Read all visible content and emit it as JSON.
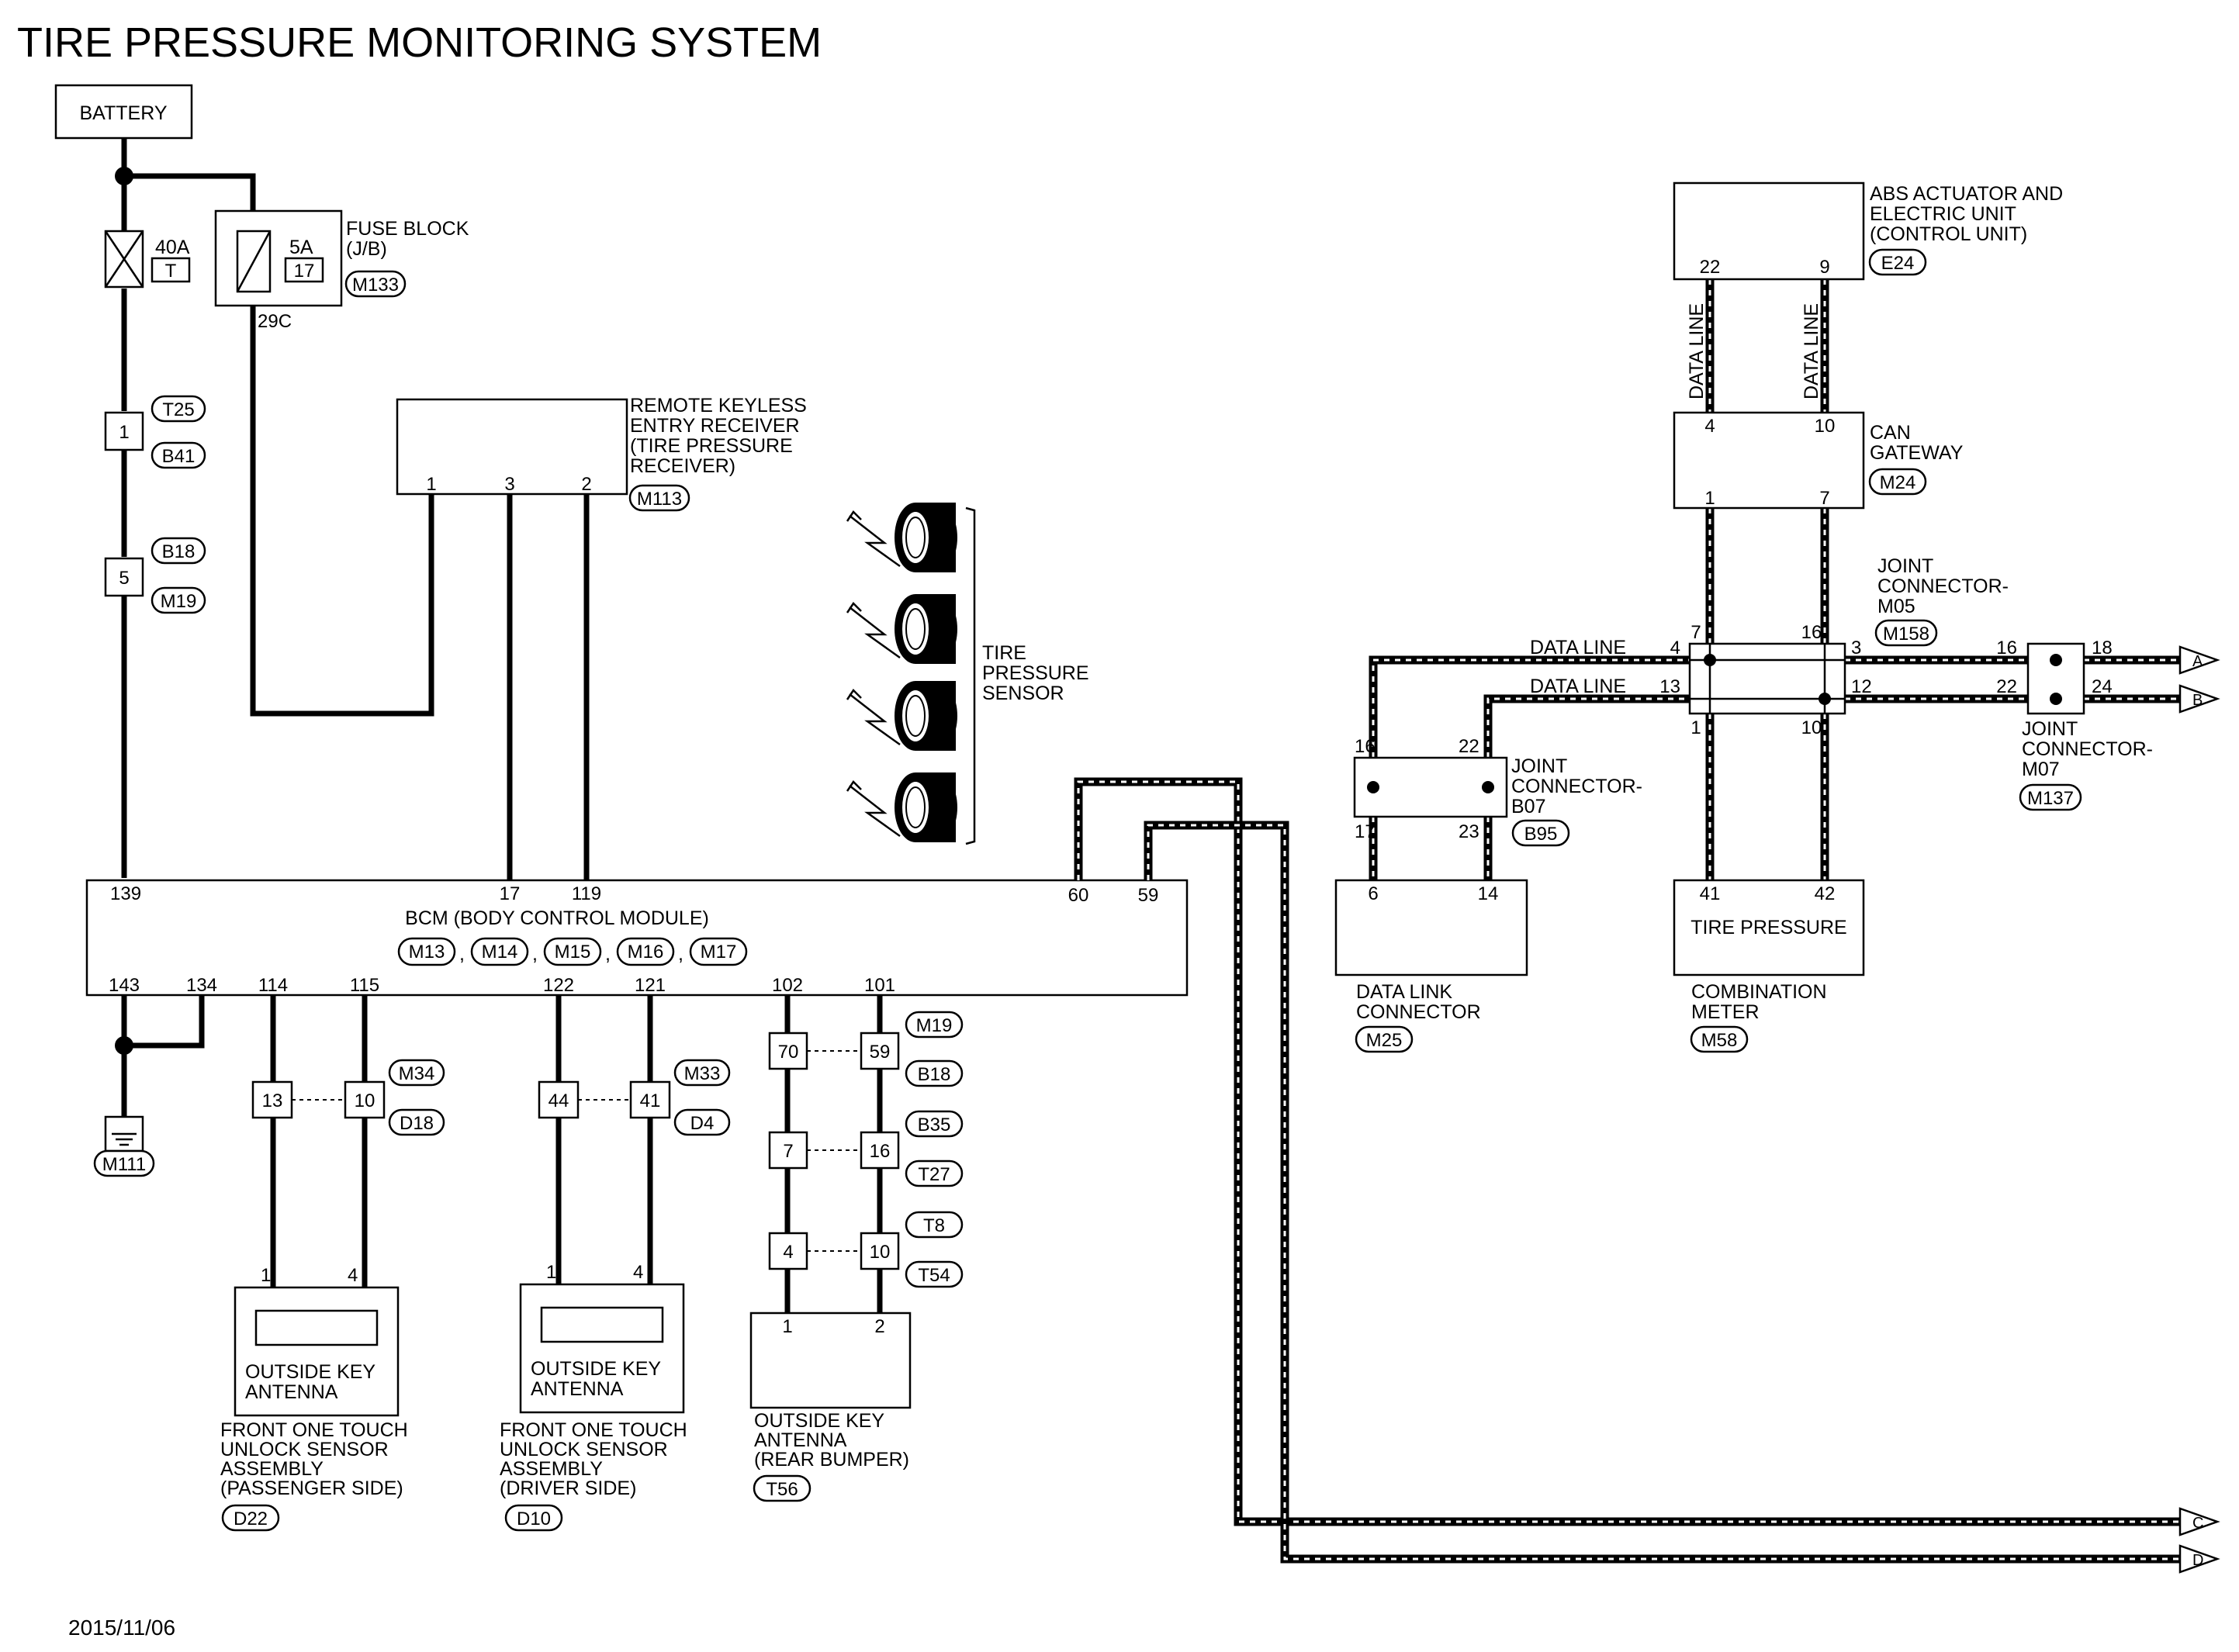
{
  "title": "TIRE PRESSURE MONITORING SYSTEM",
  "date": "2015/11/06",
  "components": {
    "battery": "BATTERY",
    "fuse_40a": {
      "rating": "40A",
      "id": "T"
    },
    "fuse_5a": {
      "rating": "5A",
      "id": "17"
    },
    "fuse_block": {
      "name_lines": [
        "FUSE BLOCK",
        "(J/B)"
      ],
      "connector": "M133",
      "terminal": "29C"
    },
    "remote_keyless": {
      "name_lines": [
        "REMOTE KEYLESS",
        "ENTRY RECEIVER",
        "(TIRE PRESSURE",
        "RECEIVER)"
      ],
      "connector": "M113",
      "pins": [
        "1",
        "3",
        "2"
      ]
    },
    "tire_pressure_sensor": {
      "name_lines": [
        "TIRE",
        "PRESSURE",
        "SENSOR"
      ]
    },
    "bcm": {
      "name": "BCM (BODY CONTROL MODULE)",
      "connectors": [
        "M13",
        "M14",
        "M15",
        "M16",
        "M17"
      ],
      "top_pins": [
        "139",
        "17",
        "119",
        "60",
        "59"
      ],
      "bottom_pins": [
        "143",
        "134",
        "114",
        "115",
        "122",
        "121",
        "102",
        "101"
      ]
    },
    "ground": {
      "connector": "M111"
    },
    "abs": {
      "name_lines": [
        "ABS ACTUATOR AND",
        "ELECTRIC UNIT",
        "(CONTROL UNIT)"
      ],
      "connector": "E24",
      "pins": [
        "22",
        "9"
      ]
    },
    "can_gateway": {
      "name_lines": [
        "CAN",
        "GATEWAY"
      ],
      "connector": "M24",
      "pins_top": [
        "4",
        "10"
      ],
      "pins_bottom": [
        "1",
        "7"
      ]
    },
    "joint_m05": {
      "name_lines": [
        "JOINT",
        "CONNECTOR-",
        "M05"
      ],
      "connector": "M158",
      "pins": [
        "7",
        "16",
        "4",
        "3",
        "13",
        "12",
        "1",
        "10"
      ]
    },
    "joint_m07": {
      "name_lines": [
        "JOINT",
        "CONNECTOR-",
        "M07"
      ],
      "connector": "M137",
      "pins": [
        "16",
        "18",
        "22",
        "24"
      ]
    },
    "joint_b07": {
      "name_lines": [
        "JOINT",
        "CONNECTOR-",
        "B07"
      ],
      "connector": "B95",
      "pins": [
        "16",
        "22",
        "17",
        "23"
      ]
    },
    "data_link": {
      "name_lines": [
        "DATA LINK",
        "CONNECTOR"
      ],
      "connector": "M25",
      "pins": [
        "6",
        "14"
      ]
    },
    "combination_meter": {
      "inner": "TIRE PRESSURE",
      "name_lines": [
        "COMBINATION",
        "METER"
      ],
      "connector": "M58",
      "pins": [
        "41",
        "42"
      ]
    },
    "antenna_passenger": {
      "inner_lines": [
        "OUTSIDE KEY",
        "ANTENNA"
      ],
      "name_lines": [
        "FRONT ONE TOUCH",
        "UNLOCK SENSOR",
        "ASSEMBLY",
        "(PASSENGER SIDE)"
      ],
      "connector": "D22",
      "pins": [
        "1",
        "4"
      ]
    },
    "antenna_driver": {
      "inner_lines": [
        "OUTSIDE KEY",
        "ANTENNA"
      ],
      "name_lines": [
        "FRONT ONE TOUCH",
        "UNLOCK SENSOR",
        "ASSEMBLY",
        "(DRIVER SIDE)"
      ],
      "connector": "D10",
      "pins": [
        "1",
        "4"
      ]
    },
    "antenna_rear": {
      "name_lines": [
        "OUTSIDE KEY",
        "ANTENNA",
        "(REAR BUMPER)"
      ],
      "connector": "T56",
      "pins": [
        "1",
        "2"
      ]
    }
  },
  "inline_connectors": {
    "battery_line": [
      {
        "pin": "1",
        "tags": [
          "T25",
          "B41"
        ]
      },
      {
        "pin": "5",
        "tags": [
          "B18",
          "M19"
        ]
      }
    ],
    "passenger": {
      "pins": [
        "13",
        "10"
      ],
      "tags": [
        "M34",
        "D18"
      ]
    },
    "driver": {
      "pins": [
        "44",
        "41"
      ],
      "tags": [
        "M33",
        "D4"
      ]
    },
    "rear": [
      {
        "pins": [
          "70",
          "59"
        ],
        "tags": [
          "M19",
          "B18"
        ]
      },
      {
        "pins": [
          "7",
          "16"
        ],
        "tags": [
          "B35",
          "T27"
        ]
      },
      {
        "pins": [
          "4",
          "10"
        ],
        "tags": [
          "T8",
          "T54"
        ]
      }
    ]
  },
  "data_line_label": "DATA LINE",
  "off_page": [
    "A",
    "B",
    "C",
    "D"
  ]
}
